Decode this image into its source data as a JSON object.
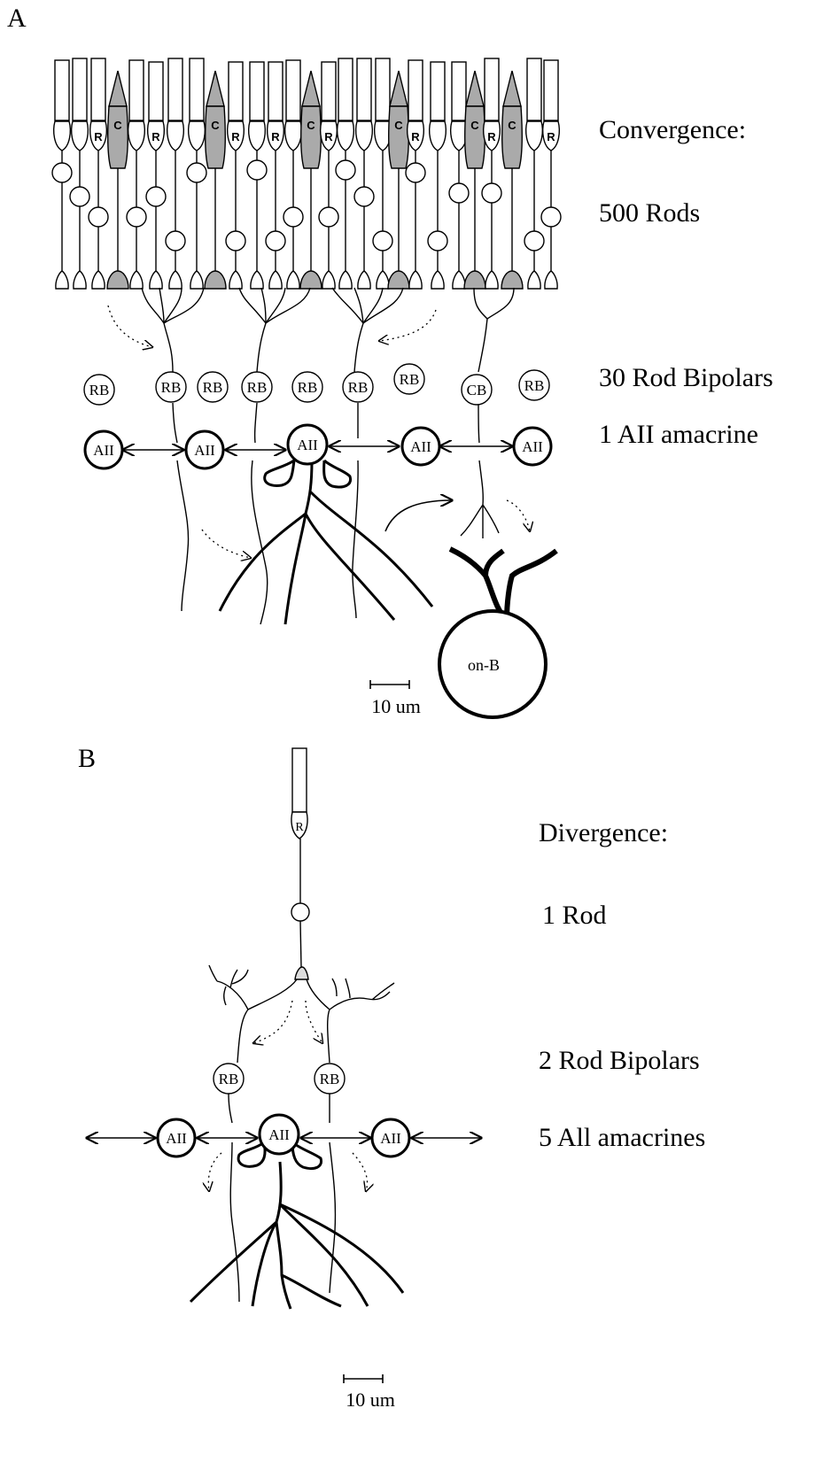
{
  "panel_a": {
    "letter": "A",
    "labels": {
      "convergence": "Convergence:",
      "rods": "500 Rods",
      "rod_bipolars": "30 Rod Bipolars",
      "amacrine": "1 AII amacrine"
    },
    "rod_letter": "R",
    "cone_letter": "C",
    "rb": "RB",
    "cb": "CB",
    "aii": "AII",
    "ganglion": "on-B",
    "scale": "10 um"
  },
  "panel_b": {
    "letter": "B",
    "labels": {
      "divergence": "Divergence:",
      "rod": "1 Rod",
      "rod_bipolars": "2  Rod Bipolars",
      "amacrines": "5 All amacrines"
    },
    "rod_letter": "R",
    "rb": "RB",
    "aii": "AII",
    "scale": "10 um"
  },
  "colors": {
    "cone_fill": "#aaaaaa",
    "line": "#000000",
    "background": "#ffffff"
  }
}
